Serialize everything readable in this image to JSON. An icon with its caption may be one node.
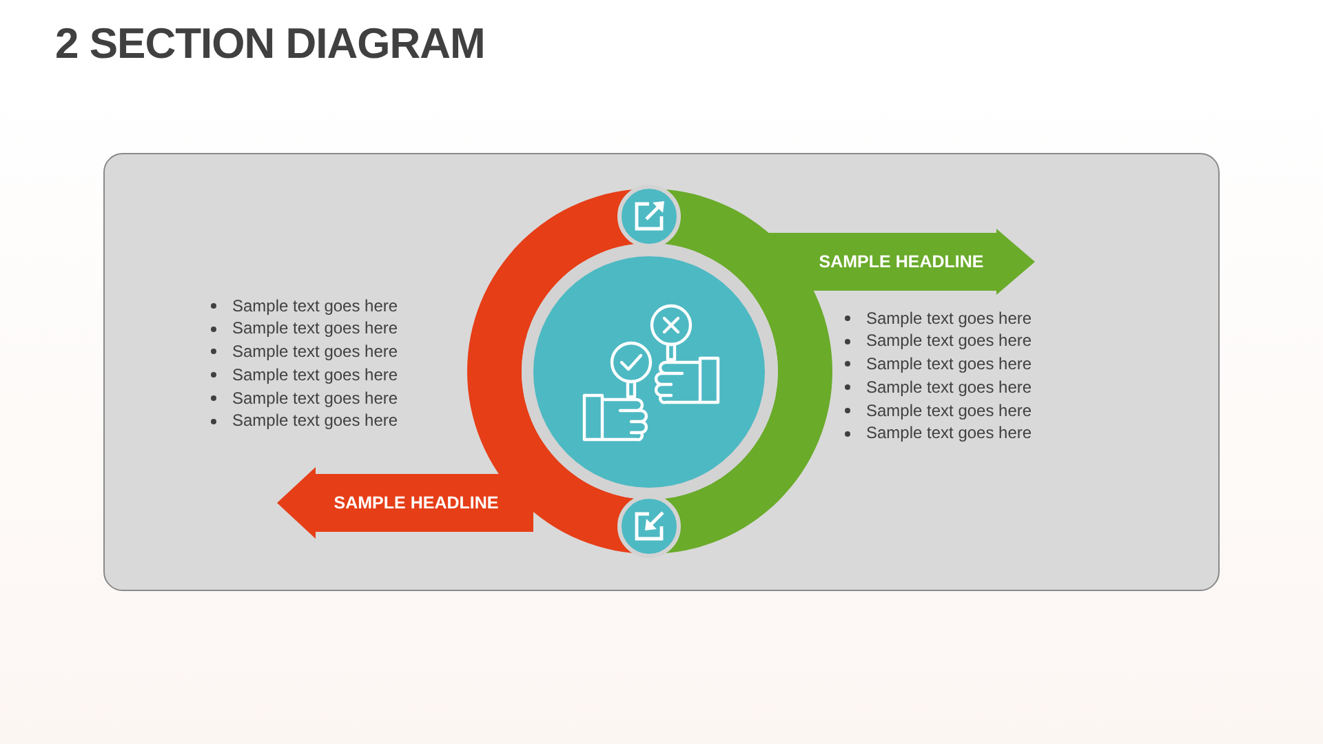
{
  "diagram": {
    "title": "2 SECTION DIAGRAM",
    "nodes": [
      {
        "text": [],
        "shape": "box"
      },
      {
        "text": [
          "SAMPLE HEADLINE"
        ],
        "in": 0
      },
      {
        "text": [
          "SAMPLE HEADLINE"
        ],
        "in": 0
      }
    ],
    "labels": [
      "Sample text goes here",
      "Sample text goes here",
      "Sample text goes here",
      "Sample text goes here",
      "Sample text goes here",
      "Sample text goes here",
      "Sample text goes here",
      "Sample text goes here",
      "Sample text goes here",
      "Sample text goes here",
      "Sample text goes here",
      "Sample text goes here"
    ]
  }
}
